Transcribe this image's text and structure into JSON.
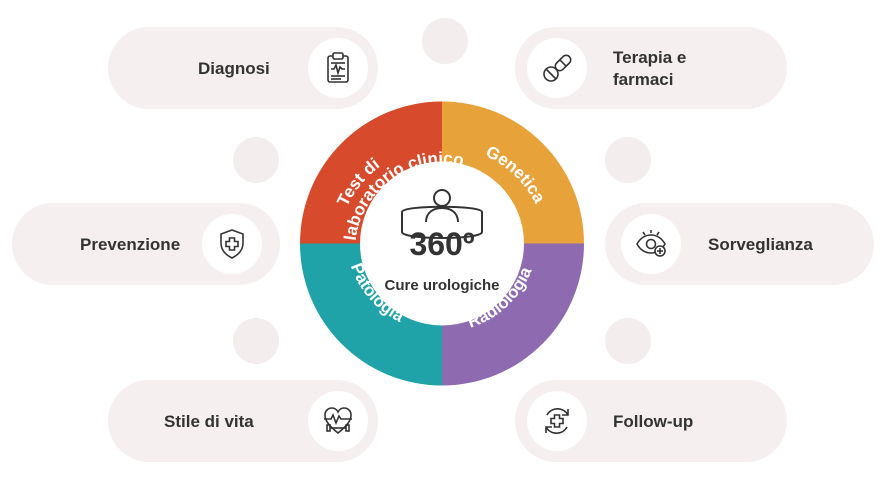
{
  "pills": {
    "diagnosi": "Diagnosi",
    "terapia_line1": "Terapia e",
    "terapia_line2": "farmaci",
    "prevenzione": "Prevenzione",
    "sorveglianza": "Sorveglianza",
    "stile": "Stile di vita",
    "followup": "Follow-up"
  },
  "wheel": {
    "test_line1": "Test di",
    "test_line2": "laboratorio clinico",
    "genetica": "Genetica",
    "patologia": "Patologia",
    "radiologia": "Radiologia",
    "center_number": "360º",
    "center_label": "Cure urologiche"
  },
  "icons": {
    "diagnosi": "clipboard-icon",
    "terapia": "pills-icon",
    "prevenzione": "shield-cross-icon",
    "sorveglianza": "eye-icon",
    "stile": "heartbeat-dumbbell-icon",
    "followup": "cycle-cross-icon",
    "center": "person-360-icon"
  },
  "colors": {
    "red": "#d84a2c",
    "orange": "#e8a23a",
    "teal": "#20a3a8",
    "purple": "#8e6bb0",
    "pill_bg": "#f5efef"
  }
}
